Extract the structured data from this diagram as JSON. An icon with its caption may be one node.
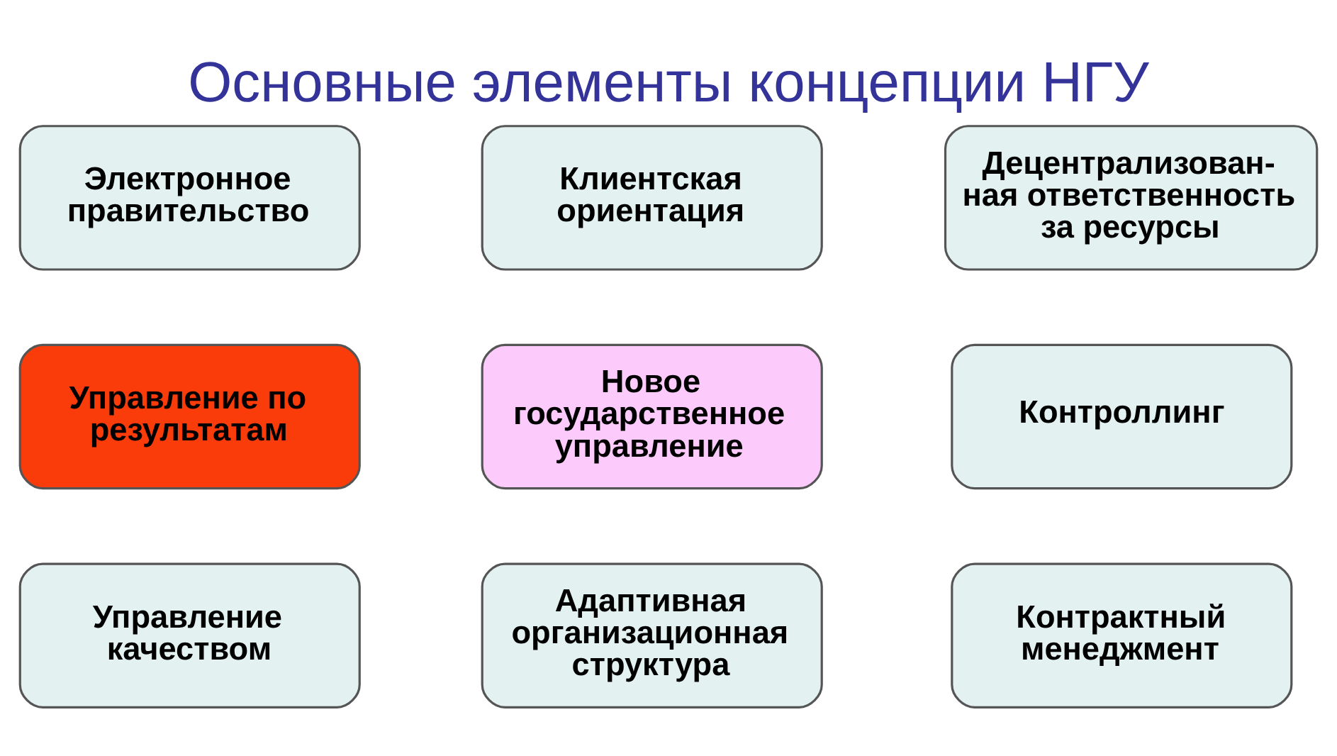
{
  "diagram": {
    "title": "Основные элементы концепции НГУ",
    "nodes": [
      {
        "text": [
          "Электронное правительство"
        ]
      },
      {
        "text": [
          "Клиентская ориентация"
        ]
      },
      {
        "text": [
          "Децентрализован- ная ответственность за ресурсы"
        ]
      },
      {
        "text": [
          "Управление по результатам"
        ]
      },
      {
        "text": [
          "Новое государственное управление"
        ]
      },
      {
        "text": [
          "Контроллинг"
        ]
      },
      {
        "text": [
          "Управление качеством"
        ]
      },
      {
        "text": [
          "Адаптивная организационная структура"
        ]
      },
      {
        "text": [
          "Контрактный менеджмент"
        ]
      }
    ]
  }
}
